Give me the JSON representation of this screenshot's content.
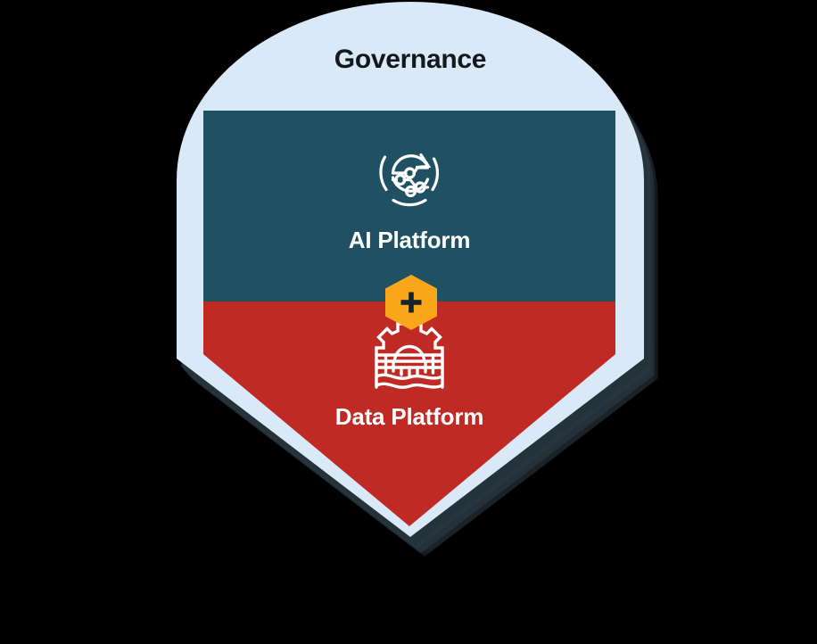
{
  "diagram": {
    "type": "shield-badge",
    "title": "Governance",
    "background_color": "#000000",
    "shield_color": "#dae9f8",
    "shadow_color": "#2a3740",
    "connector": {
      "name": "plus-badge",
      "symbol": "+",
      "shape": "hexagon",
      "fill_color": "#faa61a",
      "glyph_color": "#14232c"
    },
    "panels": [
      {
        "label": "AI Platform",
        "background_color": "#1f5163",
        "text_color": "#ffffff",
        "icon": "ai-platform-circuit-refresh-icon"
      },
      {
        "label": "Data Platform",
        "background_color": "#bf2a25",
        "text_color": "#ffffff",
        "icon": "data-platform-gear-bridge-icon"
      }
    ]
  }
}
